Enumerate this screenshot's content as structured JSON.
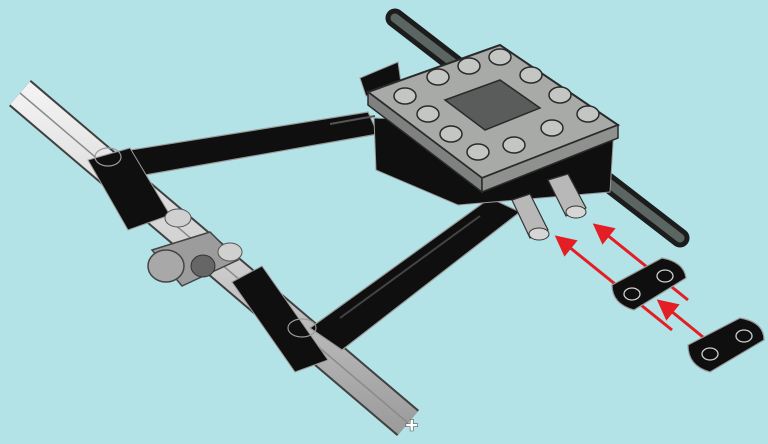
{
  "diagram": {
    "kind": "lego-technic-assembly-step",
    "background_color": "#b3e3e6",
    "colors": {
      "black_part": "#0f0f0f",
      "edge": "#9a9a9a",
      "plate_gray": "#a8aaa8",
      "plate_stroke": "#2a2a2a",
      "axle_gray": "#d6d6d6",
      "axle_dark": "#5b6662",
      "arrow_red": "#e31e24"
    },
    "components": [
      "long-axle",
      "upper-beam",
      "lower-beam",
      "axle-bushing-set",
      "perpendicular-connector",
      "plate-with-center-hole",
      "rear-axle",
      "gray-axle-pegs",
      "oval-connector-parts",
      "insertion-arrows"
    ]
  }
}
